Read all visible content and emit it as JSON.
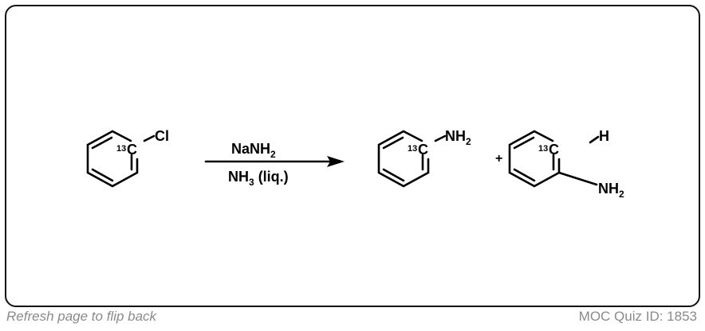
{
  "reaction": {
    "reactant": {
      "isotope": "13",
      "atom": "C",
      "substituent": "Cl"
    },
    "reagent_top": {
      "main": "NaNH",
      "sub": "2"
    },
    "reagent_bottom": {
      "main": "NH",
      "sub": "3",
      "rest": " (liq.)"
    },
    "product1": {
      "isotope": "13",
      "atom": "C",
      "group": "NH",
      "group_sub": "2"
    },
    "plus": "+",
    "product2": {
      "isotope": "13",
      "atom": "C",
      "h": "H",
      "group": "NH",
      "group_sub": "2"
    }
  },
  "footer": {
    "flip_hint": "Refresh page to flip back",
    "quiz_id": "MOC Quiz ID: 1853"
  }
}
